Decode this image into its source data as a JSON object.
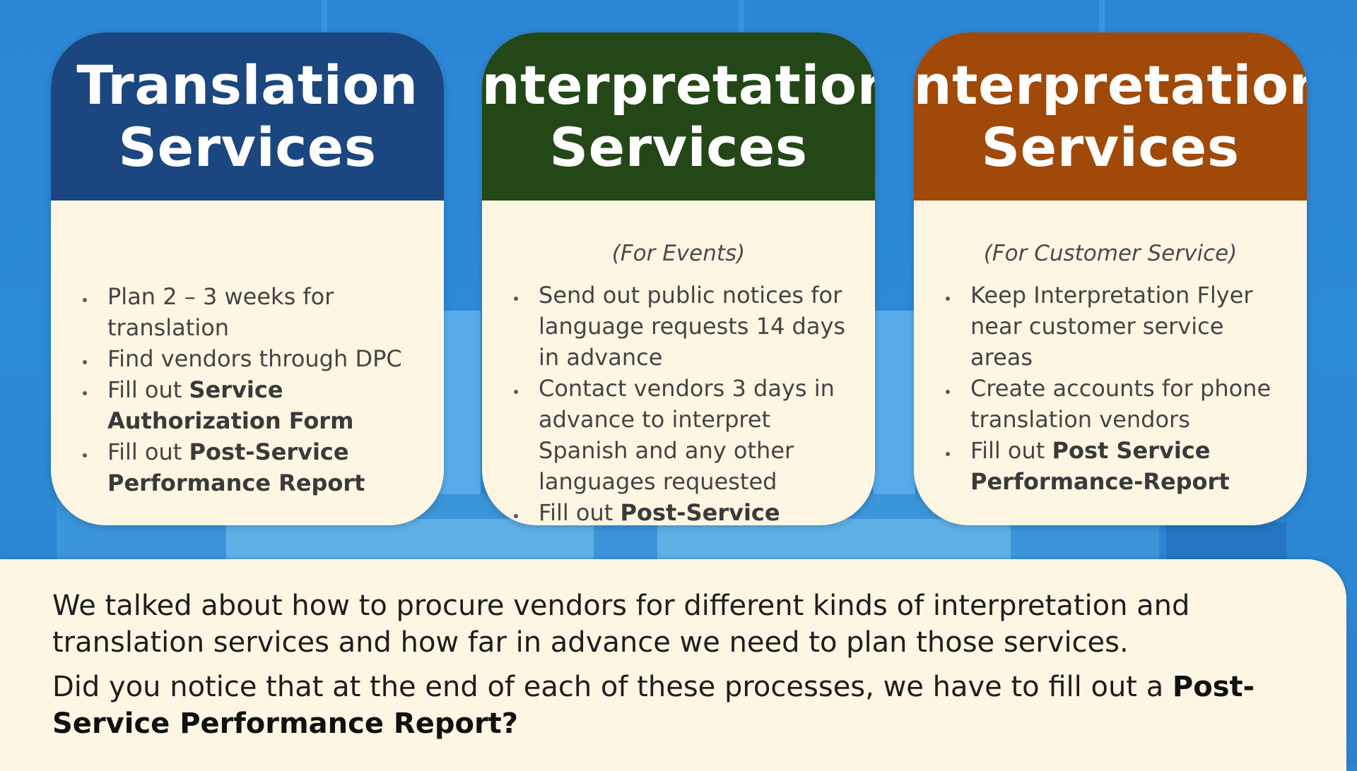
{
  "colors": {
    "background": "#2a86d4",
    "card_body": "#fdf6e3",
    "translation_header": "#1b467f",
    "events_header": "#244718",
    "customer_header": "#a04908"
  },
  "cards": [
    {
      "title_line1": "Translation",
      "title_line2": "Services",
      "subtitle": "",
      "items": [
        {
          "text": "Plan 2 – 3 weeks for translation"
        },
        {
          "text": "Find vendors through DPC"
        },
        {
          "prefix": "Fill out ",
          "bold": "Service Authorization Form"
        },
        {
          "prefix": "Fill out ",
          "bold": "Post-Service Performance Report"
        }
      ]
    },
    {
      "title_line1": "Interpretation",
      "title_line2": "Services",
      "subtitle": "(For Events)",
      "items": [
        {
          "text": "Send out public notices for language requests 14 days in advance"
        },
        {
          "text": "Contact vendors 3 days in advance to interpret Spanish and any other languages requested"
        },
        {
          "prefix": "Fill out ",
          "bold": "Post-Service Performance Report"
        }
      ]
    },
    {
      "title_line1": "Interpretation",
      "title_line2": "Services",
      "subtitle": "(For Customer Service)",
      "items": [
        {
          "text": "Keep Interpretation Flyer near customer service areas"
        },
        {
          "text": "Create accounts for phone translation vendors"
        },
        {
          "prefix": "Fill out ",
          "bold": "Post Service Performance-Report"
        }
      ]
    }
  ],
  "summary": {
    "line1": "We talked about how to procure vendors for different kinds of interpretation and translation services and how far in advance we need to plan those services.",
    "line2_prefix": "Did you notice that at the end of each of these processes, we have to fill out a ",
    "line2_bold": "Post-Service Performance Report?"
  }
}
